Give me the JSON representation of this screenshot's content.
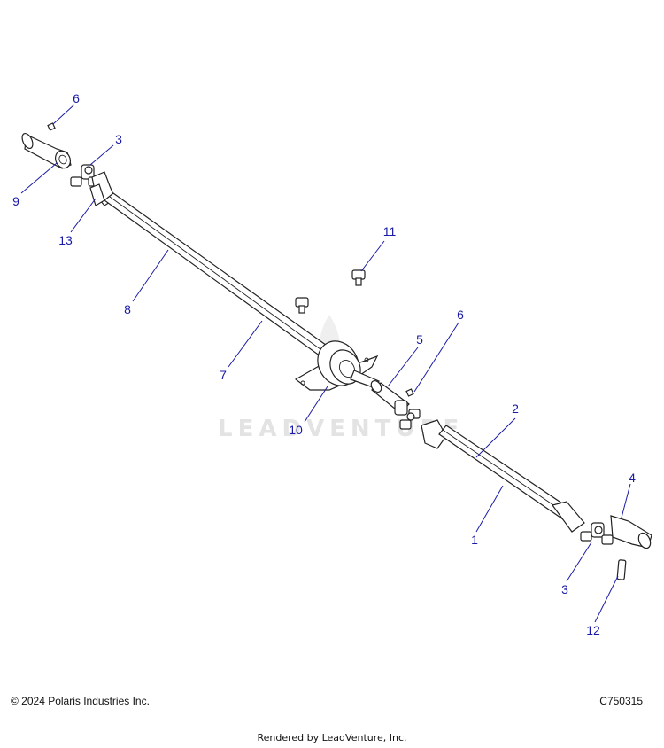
{
  "watermark": "LEADVENTURE",
  "callouts": [
    {
      "id": "callout-6-top",
      "label": "6"
    },
    {
      "id": "callout-3-top",
      "label": "3"
    },
    {
      "id": "callout-9",
      "label": "9"
    },
    {
      "id": "callout-13",
      "label": "13"
    },
    {
      "id": "callout-8",
      "label": "8"
    },
    {
      "id": "callout-11",
      "label": "11"
    },
    {
      "id": "callout-7",
      "label": "7"
    },
    {
      "id": "callout-10",
      "label": "10"
    },
    {
      "id": "callout-5",
      "label": "5"
    },
    {
      "id": "callout-6-mid",
      "label": "6"
    },
    {
      "id": "callout-2",
      "label": "2"
    },
    {
      "id": "callout-1",
      "label": "1"
    },
    {
      "id": "callout-4",
      "label": "4"
    },
    {
      "id": "callout-3-bottom",
      "label": "3"
    },
    {
      "id": "callout-12",
      "label": "12"
    }
  ],
  "footer": {
    "copyright": "© 2024 Polaris Industries Inc.",
    "diagram_id": "C750315",
    "rendered_by": "Rendered by LeadVenture, Inc."
  }
}
